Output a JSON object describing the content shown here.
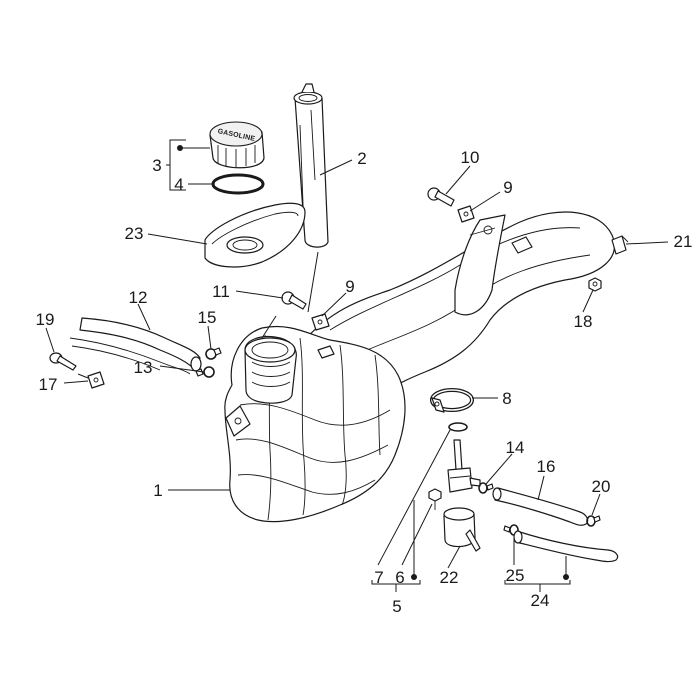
{
  "diagram": {
    "cap_text": "GASOLINE",
    "callouts": [
      {
        "id": "c1",
        "text": "1"
      },
      {
        "id": "c2",
        "text": "2"
      },
      {
        "id": "c3",
        "text": "3"
      },
      {
        "id": "c4",
        "text": "4"
      },
      {
        "id": "c5",
        "text": "5"
      },
      {
        "id": "c6",
        "text": "6"
      },
      {
        "id": "c7",
        "text": "7"
      },
      {
        "id": "c8",
        "text": "8"
      },
      {
        "id": "c9a",
        "text": "9"
      },
      {
        "id": "c9b",
        "text": "9"
      },
      {
        "id": "c10",
        "text": "10"
      },
      {
        "id": "c11",
        "text": "11"
      },
      {
        "id": "c12",
        "text": "12"
      },
      {
        "id": "c13",
        "text": "13"
      },
      {
        "id": "c14",
        "text": "14"
      },
      {
        "id": "c15",
        "text": "15"
      },
      {
        "id": "c16",
        "text": "16"
      },
      {
        "id": "c17",
        "text": "17"
      },
      {
        "id": "c18",
        "text": "18"
      },
      {
        "id": "c19",
        "text": "19"
      },
      {
        "id": "c20",
        "text": "20"
      },
      {
        "id": "c21",
        "text": "21"
      },
      {
        "id": "c22",
        "text": "22"
      },
      {
        "id": "c23",
        "text": "23"
      },
      {
        "id": "c24",
        "text": "24"
      },
      {
        "id": "c25",
        "text": "25"
      }
    ]
  }
}
